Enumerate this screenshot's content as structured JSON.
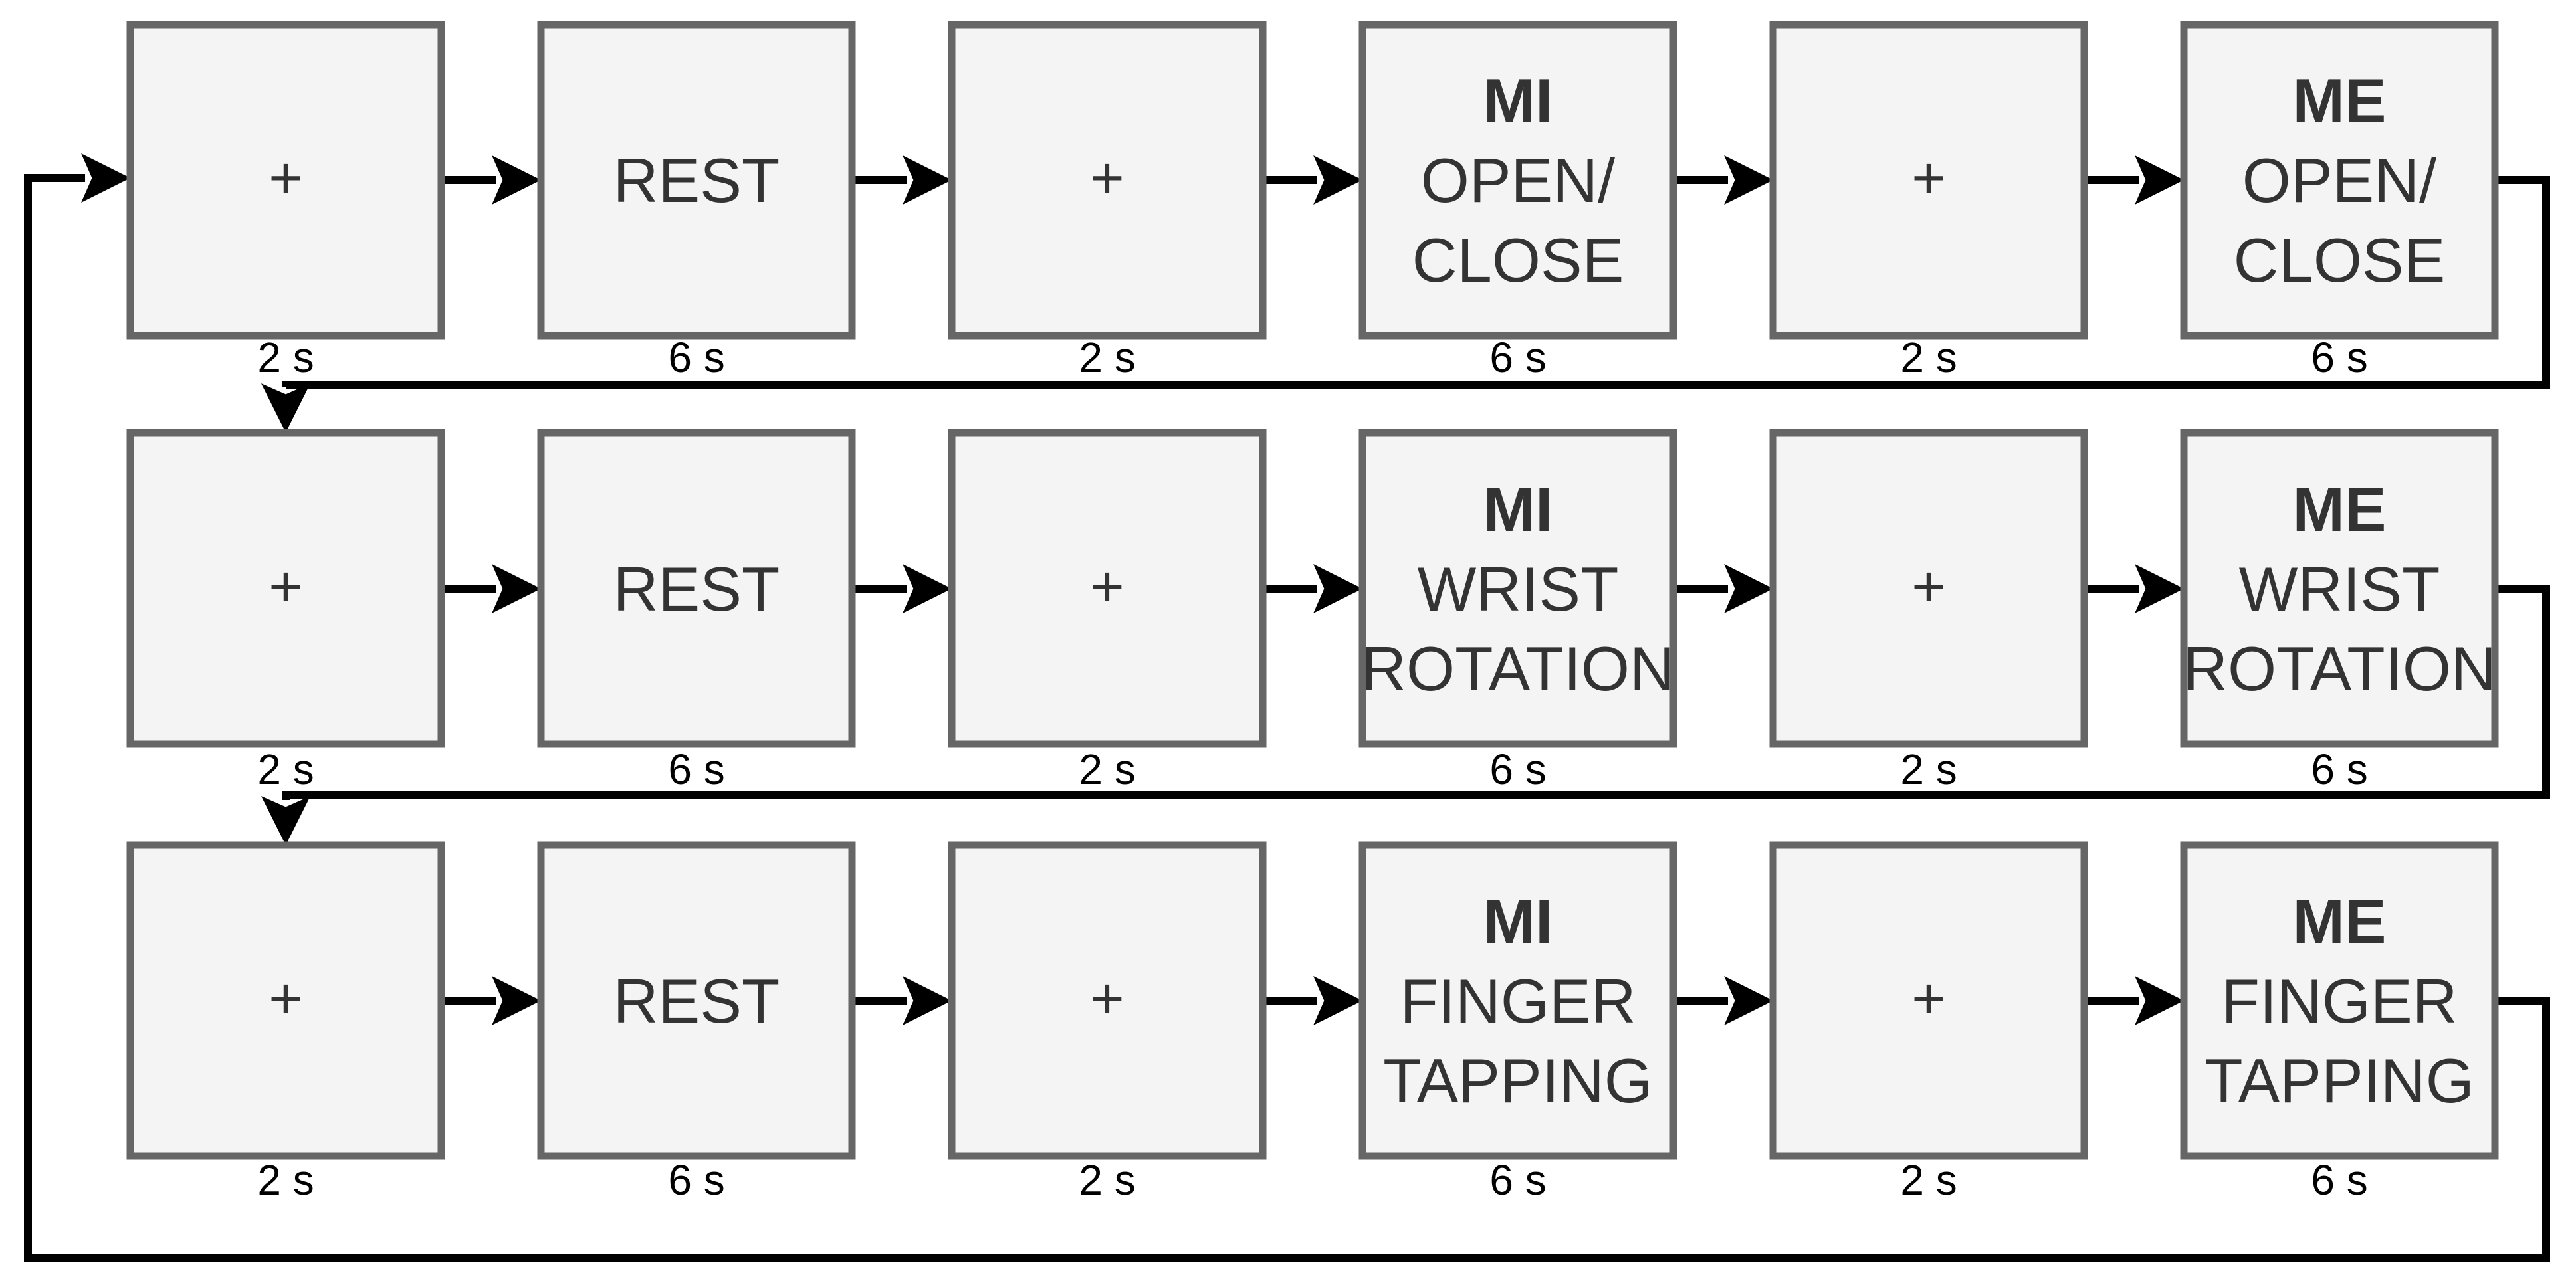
{
  "diagram": {
    "description": "Experimental protocol loop diagram with three trial rows",
    "colors": {
      "background": "#ffffff",
      "box_fill": "#f4f4f4",
      "box_border": "#666666",
      "box_text": "#333333",
      "line_and_arrow": "#000000",
      "duration_text": "#000000"
    },
    "durations": [
      "2 s",
      "6 s",
      "2 s",
      "6 s",
      "2 s",
      "6 s"
    ],
    "rows": [
      {
        "name": "open-close-trial",
        "cells": [
          {
            "type": "fixation",
            "label": "+"
          },
          {
            "type": "rest",
            "label": "REST"
          },
          {
            "type": "fixation",
            "label": "+"
          },
          {
            "type": "task",
            "line1": "MI",
            "line2": "OPEN/",
            "line3": "CLOSE"
          },
          {
            "type": "fixation",
            "label": "+"
          },
          {
            "type": "task",
            "line1": "ME",
            "line2": "OPEN/",
            "line3": "CLOSE"
          }
        ]
      },
      {
        "name": "wrist-rotation-trial",
        "cells": [
          {
            "type": "fixation",
            "label": "+"
          },
          {
            "type": "rest",
            "label": "REST"
          },
          {
            "type": "fixation",
            "label": "+"
          },
          {
            "type": "task",
            "line1": "MI",
            "line2": "WRIST",
            "line3": "ROTATION"
          },
          {
            "type": "fixation",
            "label": "+"
          },
          {
            "type": "task",
            "line1": "ME",
            "line2": "WRIST",
            "line3": "ROTATION"
          }
        ]
      },
      {
        "name": "finger-tapping-trial",
        "cells": [
          {
            "type": "fixation",
            "label": "+"
          },
          {
            "type": "rest",
            "label": "REST"
          },
          {
            "type": "fixation",
            "label": "+"
          },
          {
            "type": "task",
            "line1": "MI",
            "line2": "FINGER",
            "line3": "TAPPING"
          },
          {
            "type": "fixation",
            "label": "+"
          },
          {
            "type": "task",
            "line1": "ME",
            "line2": "FINGER",
            "line3": "TAPPING"
          }
        ]
      }
    ]
  }
}
